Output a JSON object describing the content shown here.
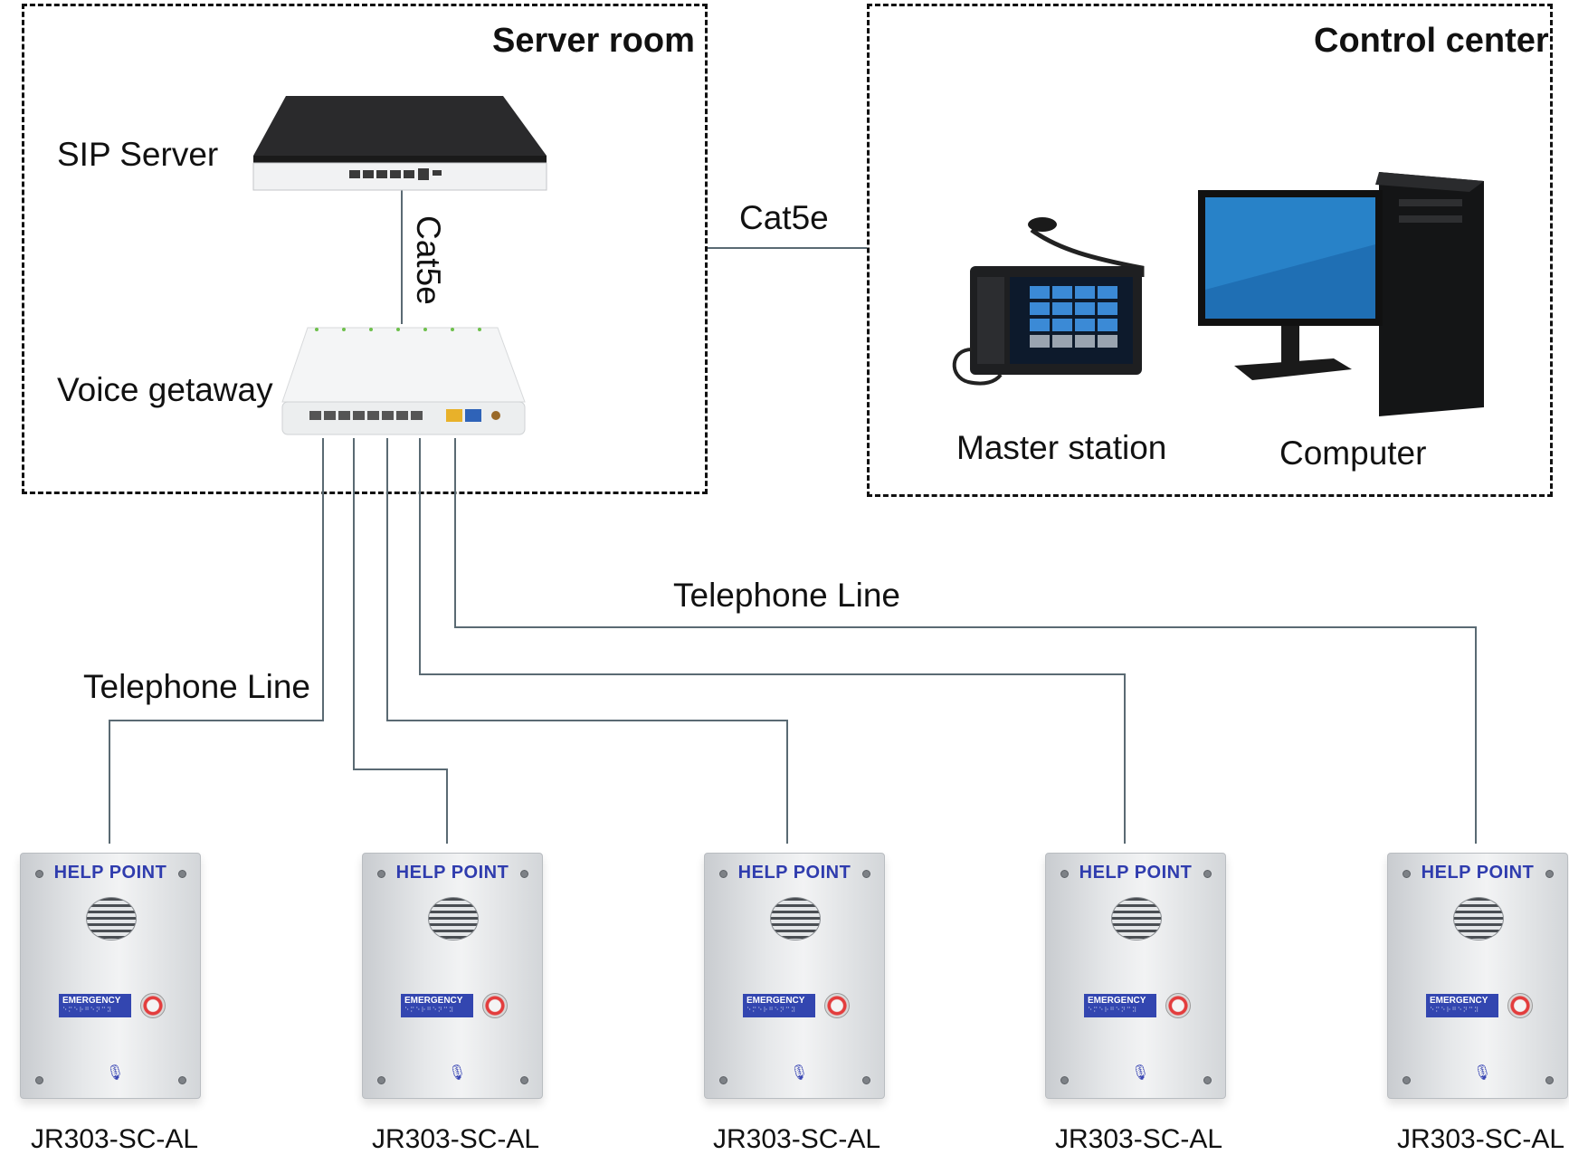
{
  "zones": {
    "server_room": "Server room",
    "control_center": "Control center"
  },
  "devices": {
    "sip_server": "SIP Server",
    "voice_gateway": "Voice getaway",
    "master_station": "Master station",
    "computer": "Computer"
  },
  "connections": {
    "cat5e_vertical": "Cat5e",
    "cat5e_horizontal": "Cat5e",
    "telephone_line_left": "Telephone Line",
    "telephone_line_right": "Telephone Line"
  },
  "help_points": [
    {
      "title": "HELP POINT",
      "button_label": "EMERGENCY",
      "model": "JR303-SC-AL"
    },
    {
      "title": "HELP POINT",
      "button_label": "EMERGENCY",
      "model": "JR303-SC-AL"
    },
    {
      "title": "HELP POINT",
      "button_label": "EMERGENCY",
      "model": "JR303-SC-AL"
    },
    {
      "title": "HELP POINT",
      "button_label": "EMERGENCY",
      "model": "JR303-SC-AL"
    },
    {
      "title": "HELP POINT",
      "button_label": "EMERGENCY",
      "model": "JR303-SC-AL"
    }
  ],
  "colors": {
    "wire": "#5a6a73",
    "help_point_title": "#2f3cae",
    "emergency_plate": "#3346b0"
  }
}
